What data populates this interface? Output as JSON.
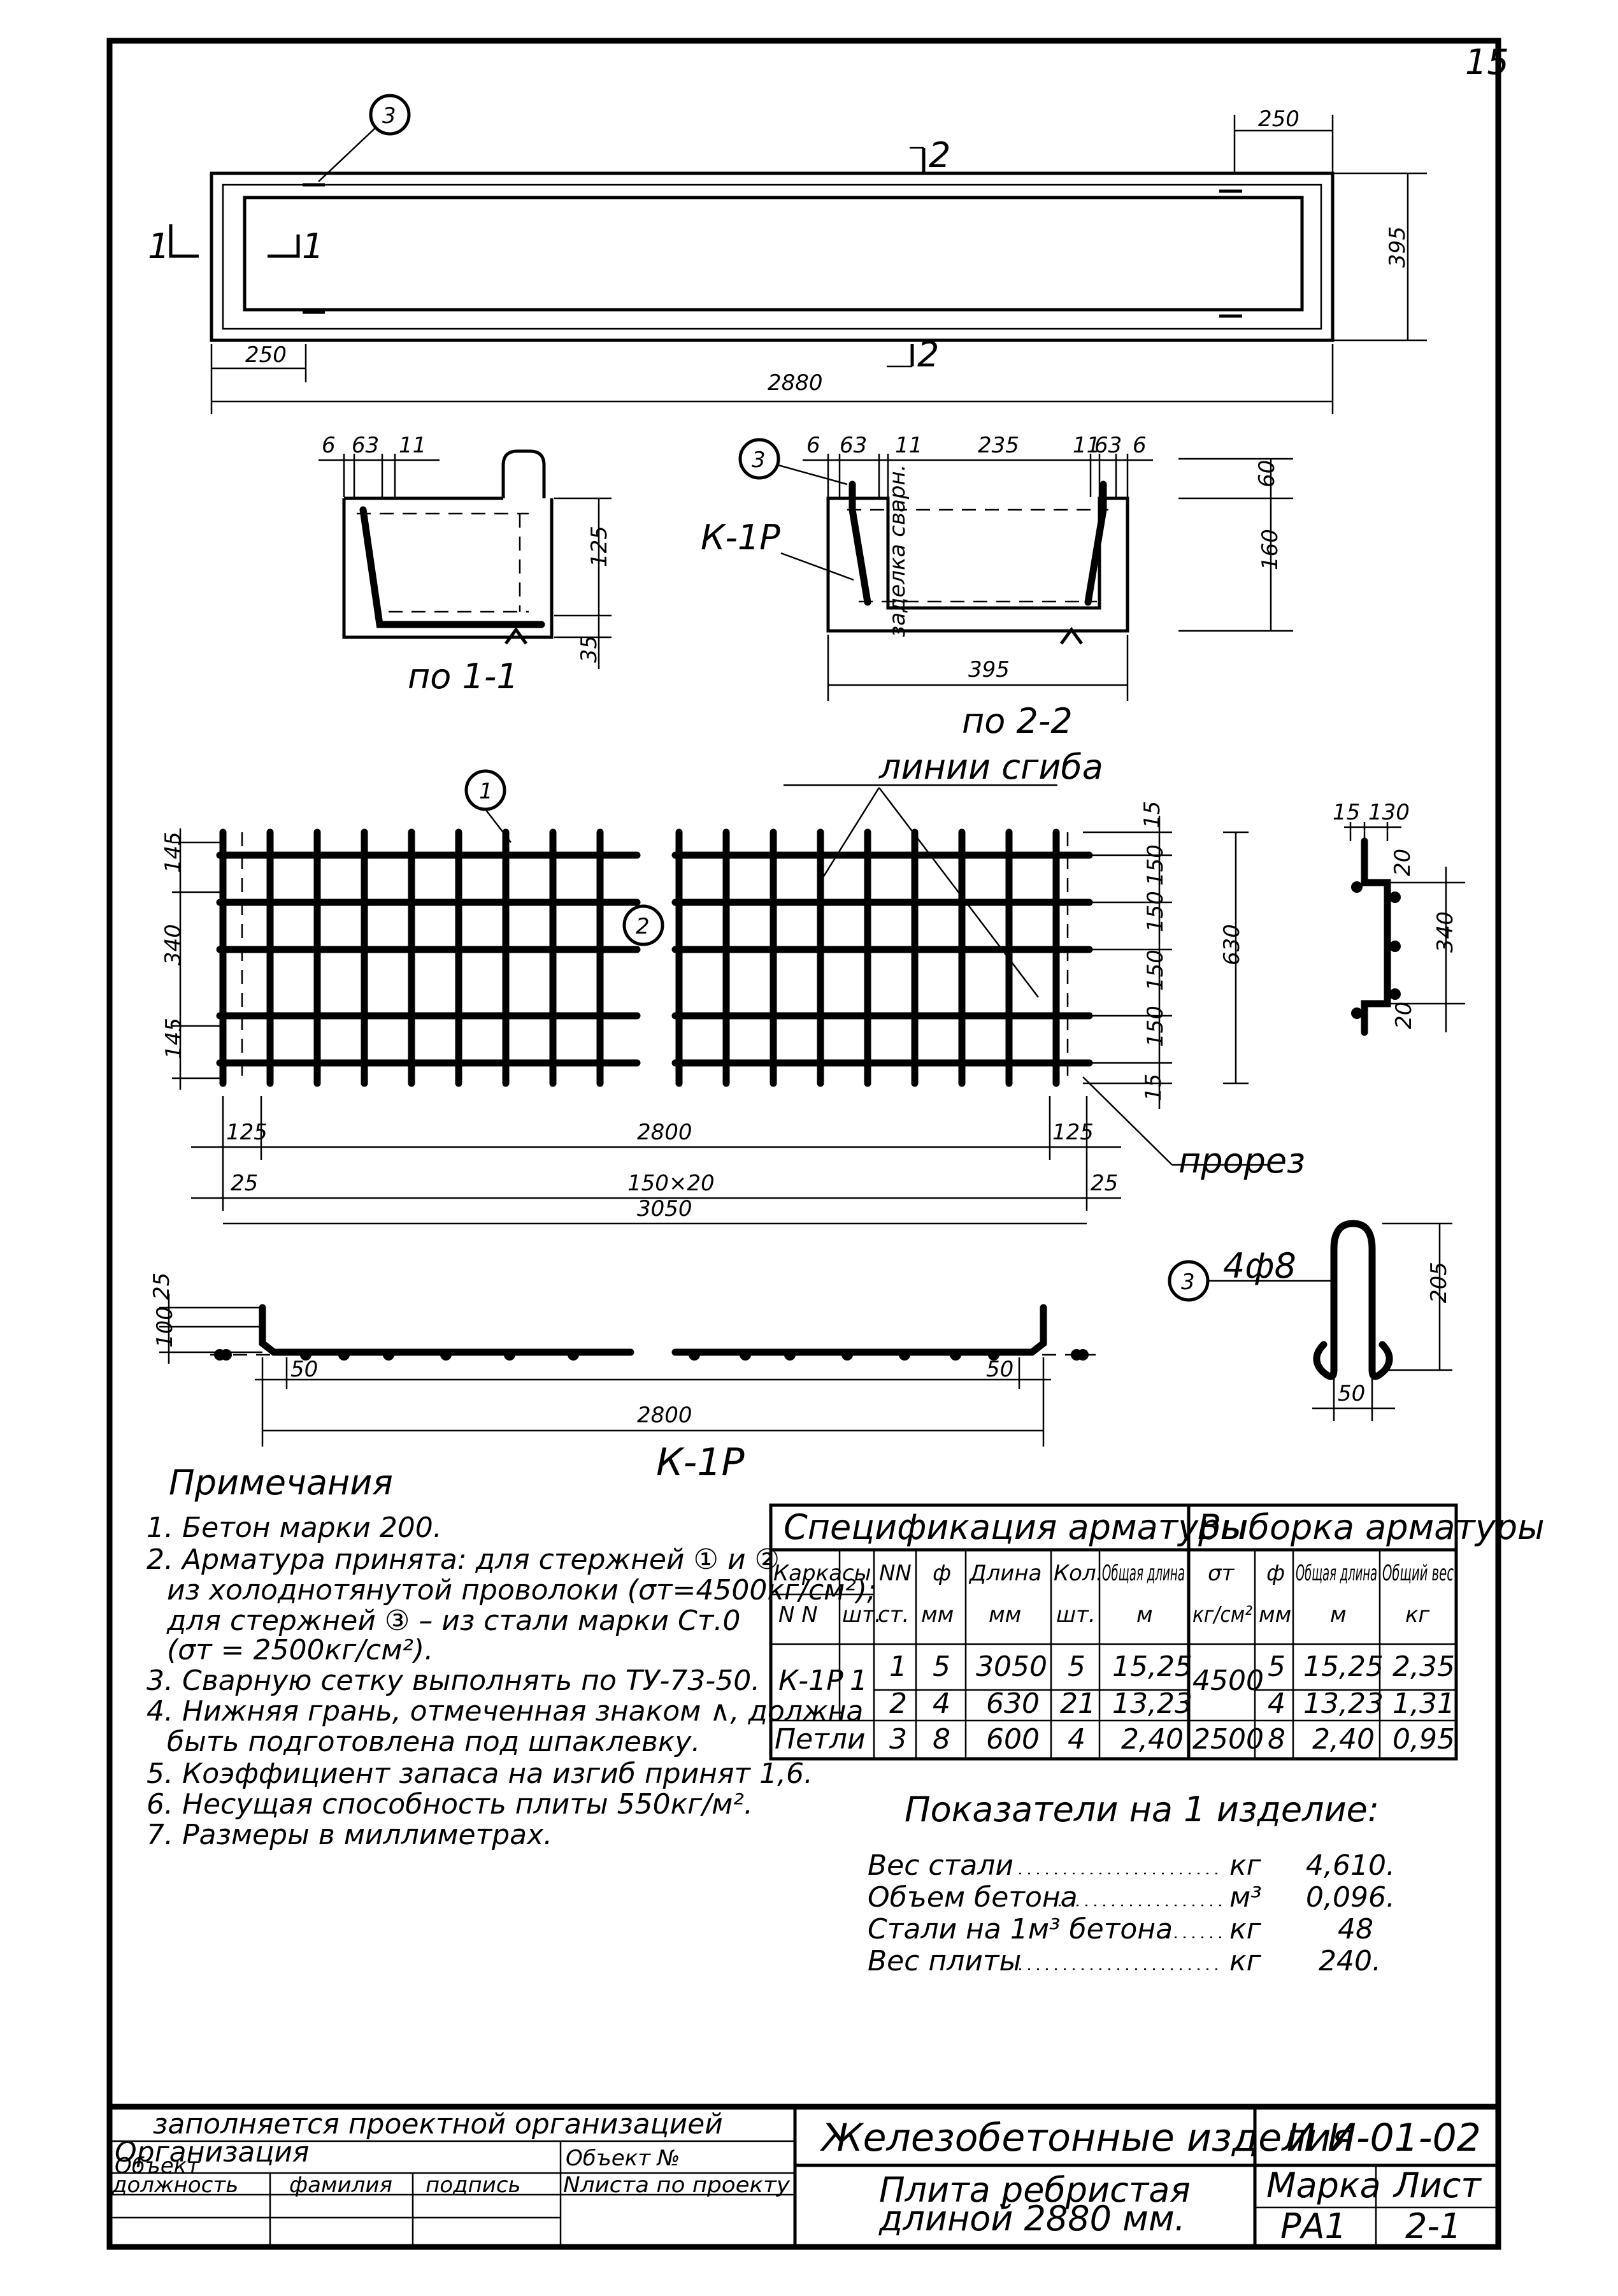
{
  "sheet": {
    "page_number": "15",
    "section_labels": {
      "s11": "по 1-1",
      "s22": "по 2-2",
      "kref": "К-1Р",
      "k1p": "К-1Р"
    },
    "cut_marks": {
      "one_a": "1",
      "one_b": "1",
      "two_a": "2",
      "two_b": "2"
    },
    "markers": {
      "m1": "1",
      "m2": "2",
      "m3a": "3",
      "m3b": "3",
      "m3c": "3"
    },
    "callouts": {
      "bend_lines": "линии сгиба",
      "cut": "прорез",
      "loop_bar": "4ф8",
      "seam": "заделка сварн."
    },
    "plan_dims": {
      "d250_top": "250",
      "d250_left": "250",
      "d2880": "2880",
      "d395": "395"
    },
    "sec11_dims": {
      "a": "6",
      "b": "63",
      "c": "11",
      "h125": "125",
      "h35": "35"
    },
    "sec22_dims": {
      "a": "6",
      "b": "63",
      "c": "11",
      "mid": "235",
      "c2": "11",
      "b2": "63",
      "a2": "6",
      "w395": "395",
      "h60": "60",
      "h160": "160"
    },
    "mesh_dims": {
      "l145a": "145",
      "l340": "340",
      "l145b": "145",
      "r15a": "15",
      "r150a": "150",
      "r150b": "150",
      "r150c": "150",
      "r150d": "150",
      "r15b": "15",
      "r630": "630",
      "d125a": "125",
      "d2800": "2800",
      "d125b": "125",
      "d25a": "25",
      "d150x20": "150×20",
      "d25b": "25",
      "d3050": "3050"
    },
    "bend_dims": {
      "t15": "15",
      "t130": "130",
      "v20a": "20",
      "v340": "340",
      "v20b": "20"
    },
    "loop_dims": {
      "h205": "205",
      "w50": "50"
    },
    "k1p_dims": {
      "h100": "100",
      "h25": "25",
      "e50a": "50",
      "e50b": "50",
      "l2800": "2800"
    }
  },
  "notes": {
    "title": "Примечания",
    "lines": [
      "1. Бетон марки 200.",
      "2. Арматура принята: для стержней ① и ②",
      "из холоднотянутой проволоки (σт=4500кг/см²);",
      "для стержней ③ – из стали марки Ст.0",
      "(σт = 2500кг/см²).",
      "3. Сварную сетку выполнять по ТУ-73-50.",
      "4. Нижняя грань, отмеченная знаком ∧, должна",
      "быть подготовлена под шпаклевку.",
      "5. Коэффициент запаса на изгиб принят 1,6.",
      "6. Несущая способность плиты 550кг/м².",
      "7. Размеры в миллиметрах."
    ]
  },
  "spec_table": {
    "title_left": "Спецификация арматуры",
    "title_right": "Выборка арматуры",
    "headers": {
      "frames": "Каркасы",
      "nn_frame": "N N",
      "qty_frame": "шт.",
      "bar_no": "NN",
      "bar_no_sub": "ст.",
      "dia": "ф",
      "dia_unit": "мм",
      "length": "Длина",
      "length_unit": "мм",
      "count": "Кол.",
      "count_unit": "шт.",
      "total": "Общая длина",
      "total_unit": "м",
      "sigma": "σт",
      "sigma_unit": "кг/см²",
      "dia2": "ф",
      "dia2_unit": "мм",
      "total2": "Общая длина",
      "total2_unit": "м",
      "weight": "Общий вес",
      "weight_unit": "кг"
    },
    "frame_name": "К-1Р",
    "frame_qty": "1",
    "loops_name": "Петли",
    "rows": [
      {
        "no": "1",
        "dia": "5",
        "len": "3050",
        "cnt": "5",
        "total": "15,25"
      },
      {
        "no": "2",
        "dia": "4",
        "len": "630",
        "cnt": "21",
        "total": "13,23"
      },
      {
        "no": "3",
        "dia": "8",
        "len": "600",
        "cnt": "4",
        "total": "2,40"
      }
    ],
    "sel_sigma_a": "4500",
    "sel_sigma_b": "2500",
    "sel_rows": [
      {
        "dia": "5",
        "total": "15,25",
        "weight": "2,35"
      },
      {
        "dia": "4",
        "total": "13,23",
        "weight": "1,31"
      },
      {
        "dia": "8",
        "total": "2,40",
        "weight": "0,95"
      }
    ]
  },
  "indicators": {
    "title": "Показатели на 1 изделие:",
    "rows": [
      {
        "label": "Вес стали",
        "unit": "кг",
        "value": "4,610."
      },
      {
        "label": "Объем бетона",
        "unit": "м³",
        "value": "0,096."
      },
      {
        "label": "Стали на 1м³ бетона",
        "unit": "кг",
        "value": "48"
      },
      {
        "label": "Вес плиты",
        "unit": "кг",
        "value": "240."
      }
    ]
  },
  "title_block": {
    "filled_by": "заполняется проектной организацией",
    "organization": "Организация",
    "object": "Объект",
    "object_no": "Объект №",
    "position": "должность",
    "surname": "фамилия",
    "signature": "подпись",
    "sheet_in_project": "Nлиста по проекту",
    "product_group": "Железобетонные изделия",
    "series": "И И-01-02",
    "product_name_1": "Плита ребристая",
    "product_name_2": "длиной 2880 мм.",
    "mark_label": "Марка",
    "mark_value": "РА1",
    "sheet_label": "Лист",
    "sheet_value": "2-1"
  }
}
